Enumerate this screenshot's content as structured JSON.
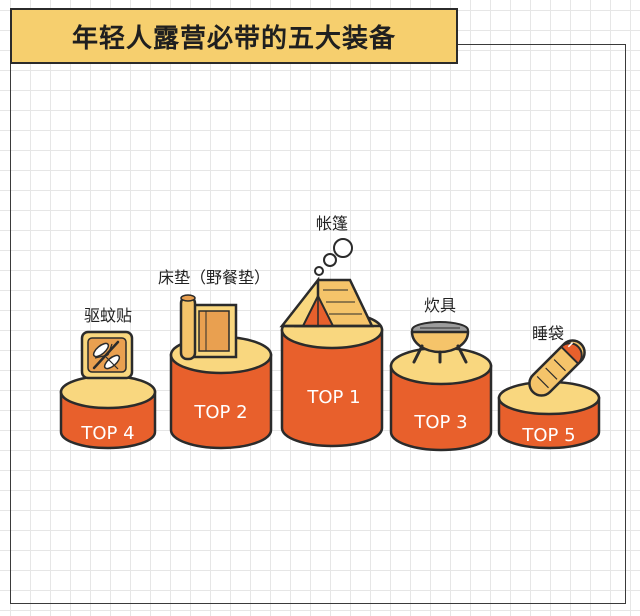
{
  "title": "年轻人露营必带的五大装备",
  "colors": {
    "title_bg": "#f6cf6e",
    "podium_top": "#f9d77f",
    "podium_body": "#e8602c",
    "outline": "#2b2b2b",
    "rank_text": "#ffffff"
  },
  "items": [
    {
      "rank": "TOP 4",
      "name": "驱蚊贴",
      "icon": "mosquito-patch-icon"
    },
    {
      "rank": "TOP 2",
      "name": "床垫（野餐垫）",
      "icon": "rolled-mat-icon"
    },
    {
      "rank": "TOP 1",
      "name": "帐篷",
      "icon": "tent-icon"
    },
    {
      "rank": "TOP 3",
      "name": "炊具",
      "icon": "grill-icon"
    },
    {
      "rank": "TOP 5",
      "name": "睡袋",
      "icon": "sleeping-bag-icon"
    }
  ]
}
